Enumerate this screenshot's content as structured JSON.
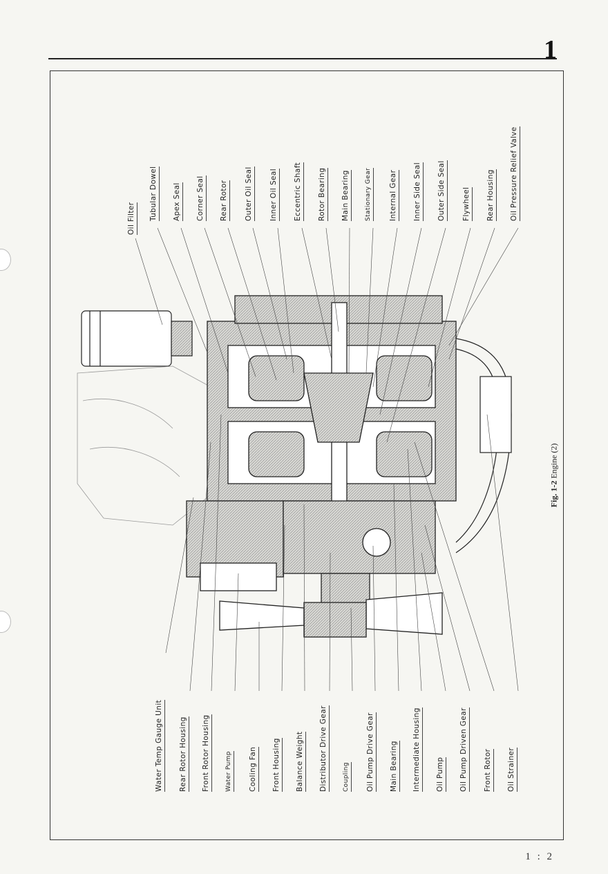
{
  "header": {
    "chapter": "1"
  },
  "figure": {
    "number": "Fig. 1-2",
    "title": "Engine",
    "sub": "(2)"
  },
  "labels_top": [
    "Oil Filter",
    "Tubular Dowel",
    "Apex Seal",
    "Corner Seal",
    "Rear Rotor",
    "Outer Oil Seal",
    "Inner Oil Seal",
    "Eccentric Shaft",
    "Rotor Bearing",
    "Main Bearing",
    "Stationary Gear",
    "Internal Gear",
    "Inner Side Seal",
    "Outer Side Seal",
    "Flywheel",
    "Rear Housing",
    "Oil Pressure Relief Valve"
  ],
  "labels_bottom": [
    "Water Temp Gauge Unit",
    "Rear Rotor Housing",
    "Front Rotor Housing",
    "Water Pump",
    "Cooling Fan",
    "Front Housing",
    "Balance Weight",
    "Distributor Drive Gear",
    "Coupling",
    "Oil Pump Drive Gear",
    "Main Bearing",
    "Intermediate Housing",
    "Oil Pump",
    "Oil Pump Driven Gear",
    "Front Rotor",
    "Oil Strainer"
  ],
  "footer": {
    "page": "1 : 2"
  },
  "colors": {
    "ink": "#222222",
    "paper": "#f6f6f2",
    "hatch": "#8a8a8a"
  }
}
